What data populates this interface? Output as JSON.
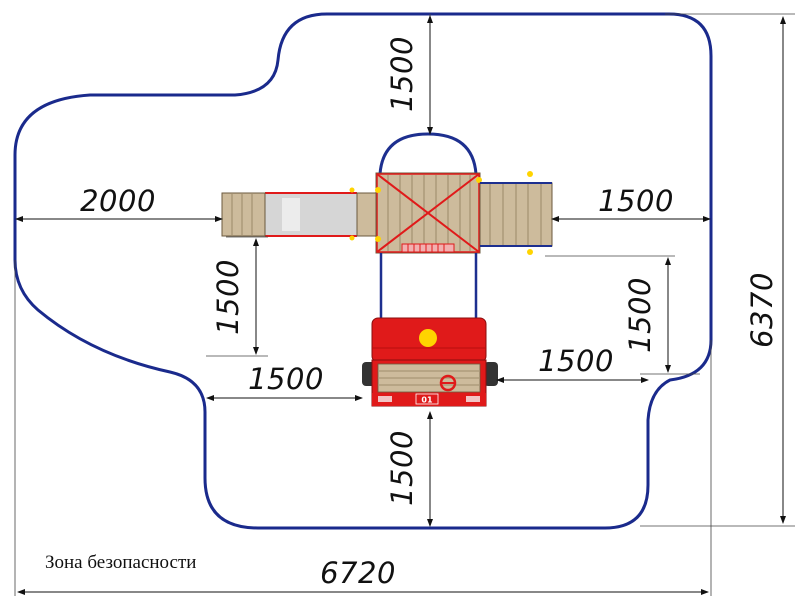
{
  "diagram": {
    "caption": "Зона безопасности",
    "dimensions": {
      "top": "1500",
      "left": "2000",
      "right": "1500",
      "left_mid": "1500",
      "right_mid": "1500",
      "bottom_left": "1500",
      "bottom_right": "1500",
      "bottom": "1500",
      "overall_height": "6370",
      "overall_width": "6720"
    },
    "truck_plate": "01",
    "colors": {
      "safety_zone": "#1a2a8c",
      "truck_red": "#e01a1a",
      "wood": "#cdbb9c",
      "frame_blue": "#1d2f8f",
      "accent_yellow": "#ffd400",
      "slide_grey": "#d6d6d6"
    }
  }
}
